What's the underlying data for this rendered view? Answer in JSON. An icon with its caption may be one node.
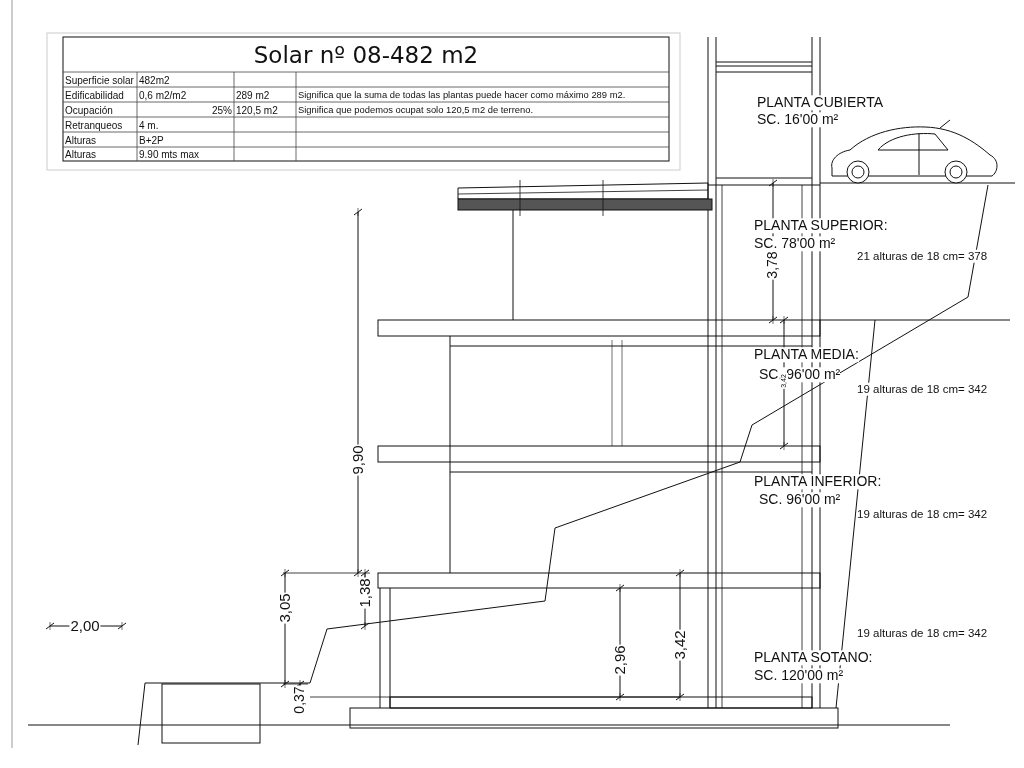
{
  "diagram": {
    "title": "Solar nº 08-482 m2",
    "labels": [
      "Superficie solar",
      "482m2",
      "Edificabilidad",
      "0,6 m2/m2",
      "289 m2",
      "Significa que la suma de todas las plantas puede hacer como máximo 289 m2.",
      "Ocupación",
      "25%",
      "120,5 m2",
      "Significa que podemos ocupat solo 120,5 m2 de terreno.",
      "Retranqueos",
      "4 m.",
      "Alturas",
      "B+2P",
      "Alturas",
      "9.90 mts max",
      "PLANTA CUBIERTA",
      "SC. 16'00 m²",
      "PLANTA SUPERIOR:",
      "SC. 78'00 m²",
      "3,78",
      "21 alturas de 18 cm= 378",
      "PLANTA MEDIA:",
      "SC. 96'00 m²",
      "3,42",
      "19 alturas de 18 cm= 342",
      "PLANTA INFERIOR:",
      "SC. 96'00 m²",
      "19 alturas de 18 cm= 342",
      "19 alturas de 18 cm= 342",
      "PLANTA SOTANO:",
      "SC. 120'00 m²",
      "9,90",
      "3,05",
      "1,38",
      "0,37",
      "2,00",
      "2,96",
      "3,42"
    ]
  }
}
